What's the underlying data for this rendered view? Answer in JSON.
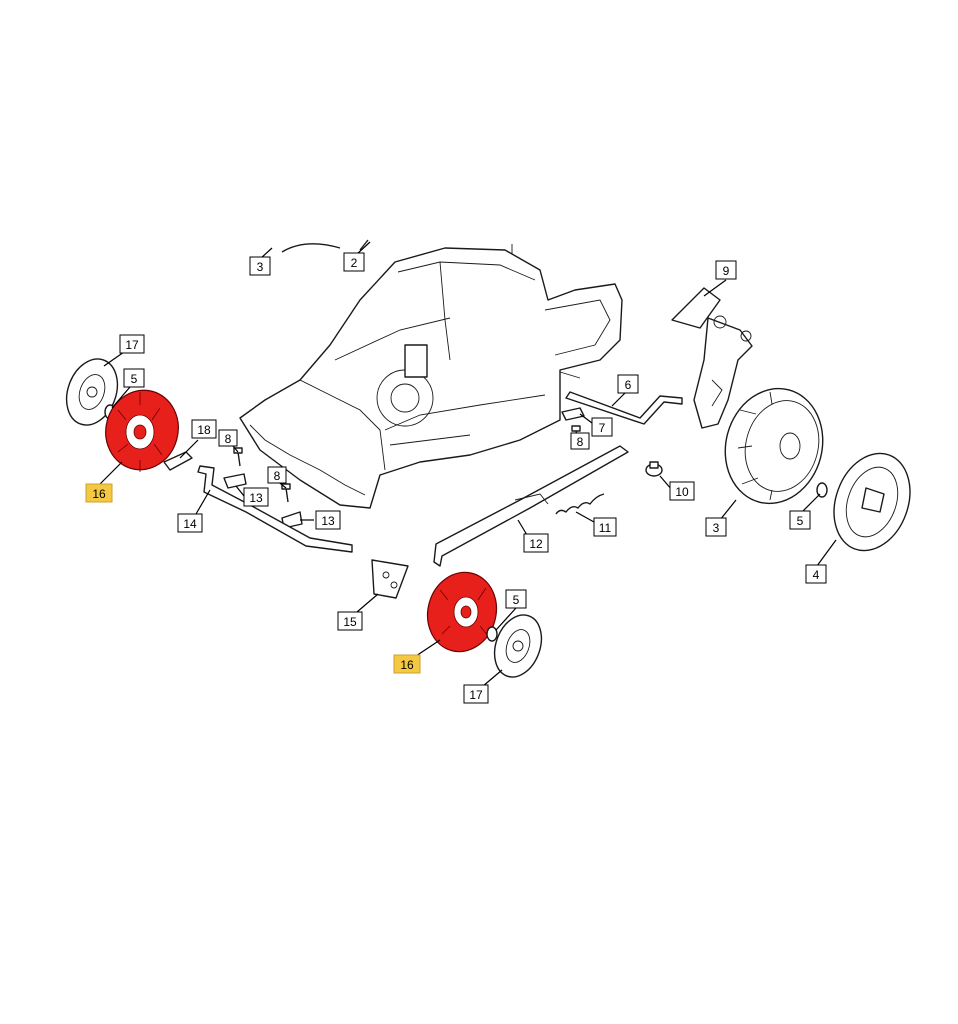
{
  "colors": {
    "highlight_part": "#e8201c",
    "highlight_label_bg": "#f5c842",
    "label_bg": "#ffffff",
    "line": "#000000"
  },
  "callouts": [
    {
      "id": "c3a",
      "text": "3"
    },
    {
      "id": "c2",
      "text": "2"
    },
    {
      "id": "c9",
      "text": "9"
    },
    {
      "id": "c17a",
      "text": "17"
    },
    {
      "id": "c5a",
      "text": "5"
    },
    {
      "id": "c6",
      "text": "6"
    },
    {
      "id": "c18",
      "text": "18"
    },
    {
      "id": "c8a",
      "text": "8"
    },
    {
      "id": "c7",
      "text": "7"
    },
    {
      "id": "c8c",
      "text": "8"
    },
    {
      "id": "c16a",
      "text": "16",
      "highlight": true
    },
    {
      "id": "c13a",
      "text": "13"
    },
    {
      "id": "c10",
      "text": "10"
    },
    {
      "id": "c8b",
      "text": "8"
    },
    {
      "id": "c14",
      "text": "14"
    },
    {
      "id": "c13b",
      "text": "13"
    },
    {
      "id": "c11",
      "text": "11"
    },
    {
      "id": "c3b",
      "text": "3"
    },
    {
      "id": "c5b",
      "text": "5"
    },
    {
      "id": "c12",
      "text": "12"
    },
    {
      "id": "c4",
      "text": "4"
    },
    {
      "id": "c5c",
      "text": "5"
    },
    {
      "id": "c15",
      "text": "15"
    },
    {
      "id": "c16b",
      "text": "16",
      "highlight": true
    },
    {
      "id": "c17b",
      "text": "17"
    }
  ]
}
